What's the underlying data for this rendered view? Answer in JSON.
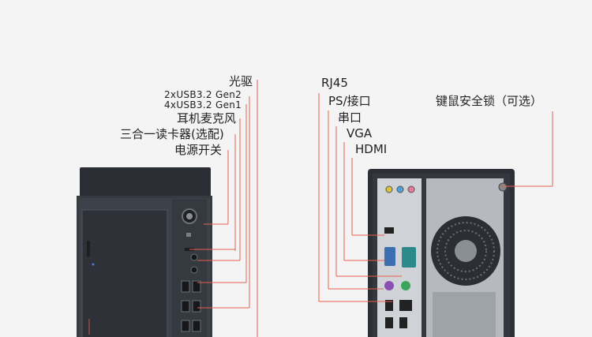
{
  "left_labels": {
    "optical_drive": "光驱",
    "usb_gen2": "2xUSB3.2 Gen2",
    "usb_gen1": "4xUSB3.2 Gen1",
    "headset_mic": "耳机麦克风",
    "card_reader": "三合一读卡器(选配)",
    "power_switch": "电源开关"
  },
  "right_labels": {
    "rj45": "RJ45",
    "ps2": "PS/接口",
    "serial": "串口",
    "vga": "VGA",
    "hdmi": "HDMI",
    "lock": "键鼠安全锁（可选）"
  },
  "colors": {
    "callout_line": "#e8604c",
    "case_dark": "#2c3036",
    "case_face": "#393e45",
    "panel_gray": "#cfd2d6",
    "ps2_purple": "#8a4fb5",
    "ps2_green": "#3aa55a",
    "vga_blue": "#3b6fb0",
    "serial_teal": "#2c8a8a"
  },
  "icons": {
    "power_button": "power-button-icon",
    "fan_grille": "fan-grille-icon",
    "usb_port": "usb-port-icon"
  }
}
